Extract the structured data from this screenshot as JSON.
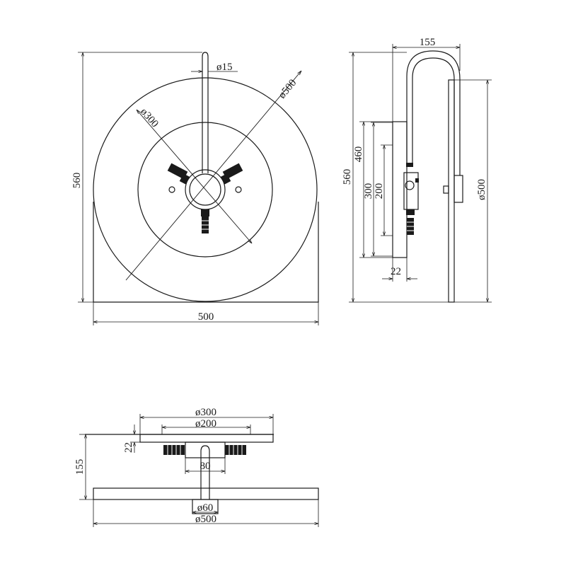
{
  "front_view": {
    "dim_height": "560",
    "dim_width": "500",
    "dim_pipe": "ø15",
    "dim_outer_dia": "ø500",
    "dim_inner_dia": "ø300"
  },
  "side_view": {
    "dim_projection": "155",
    "dim_height_total": "560",
    "dim_height_460": "460",
    "dim_plate_300": "300",
    "dim_plate_200": "200",
    "dim_offset": "22",
    "dim_mirror": "ø500"
  },
  "top_view": {
    "dim_plate_300": "ø300",
    "dim_plate_200": "ø200",
    "dim_offset": "22",
    "dim_projection": "155",
    "dim_bracket": "80",
    "dim_tube": "ø60",
    "dim_mirror": "ø500"
  }
}
